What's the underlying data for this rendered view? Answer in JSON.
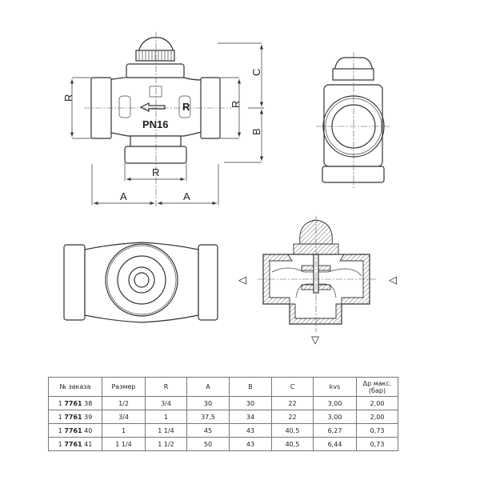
{
  "drawing": {
    "front_view": {
      "labels": {
        "r_left": "R",
        "r_right": "R",
        "r_bottom": "R",
        "a_left": "A",
        "a_right": "A",
        "b": "B",
        "c": "C",
        "badge": "R",
        "pressure": "PN16"
      }
    },
    "flow_arrows": [
      "◁",
      "◁",
      "▽"
    ]
  },
  "table": {
    "headers": [
      "№ заказа",
      "Размер",
      "R",
      "A",
      "B",
      "C",
      "kvs",
      "Δp макс.",
      "(бар)"
    ],
    "rows": [
      {
        "prefix": "1",
        "code": "7761",
        "suffix": "38",
        "size": "1/2",
        "r": "3/4",
        "a": "30",
        "b": "30",
        "c": "22",
        "kvs": "3,00",
        "dp": "2,00"
      },
      {
        "prefix": "1",
        "code": "7761",
        "suffix": "39",
        "size": "3/4",
        "r": "1",
        "a": "37,5",
        "b": "34",
        "c": "22",
        "kvs": "3,00",
        "dp": "2,00"
      },
      {
        "prefix": "1",
        "code": "7761",
        "suffix": "40",
        "size": "1",
        "r": "1 1/4",
        "a": "45",
        "b": "43",
        "c": "40,5",
        "kvs": "6,27",
        "dp": "0,73"
      },
      {
        "prefix": "1",
        "code": "7761",
        "suffix": "41",
        "size": "1 1/4",
        "r": "1 1/2",
        "a": "50",
        "b": "43",
        "c": "40,5",
        "kvs": "6,44",
        "dp": "0,73"
      }
    ]
  }
}
